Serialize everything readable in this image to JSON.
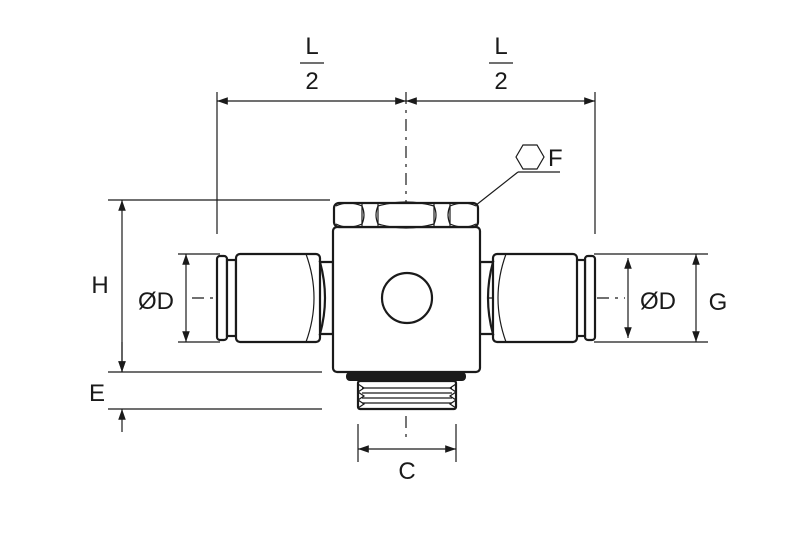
{
  "labels": {
    "l_half_left_num": "L",
    "l_half_left_den": "2",
    "l_half_right_num": "L",
    "l_half_right_den": "2",
    "hex": "F",
    "height": "H",
    "bottom_offset": "E",
    "tube_left": "ØD",
    "tube_right": "ØD",
    "height_right": "G",
    "thread_width": "C"
  },
  "icons": {
    "hex_symbol": "hexagon-icon"
  }
}
